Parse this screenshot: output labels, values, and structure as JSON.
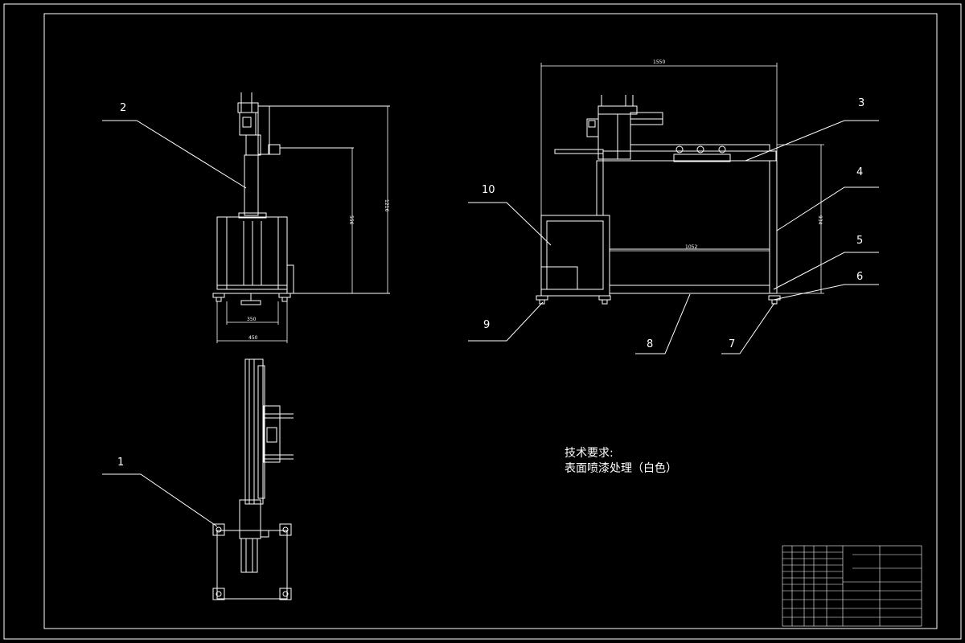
{
  "callouts": [
    "1",
    "2",
    "3",
    "4",
    "5",
    "6",
    "7",
    "8",
    "9",
    "10"
  ],
  "dimensions": {
    "side_width": "450",
    "side_inner": "350",
    "side_height_total": "1216",
    "side_height_upper": "556",
    "front_width": "1550",
    "front_inner": "1052",
    "front_height": "934"
  },
  "notes": {
    "title": "技术要求:",
    "line1": "表面喷漆处理（白色）"
  },
  "colors": {
    "background": "#000000",
    "line": "#ffffff"
  }
}
